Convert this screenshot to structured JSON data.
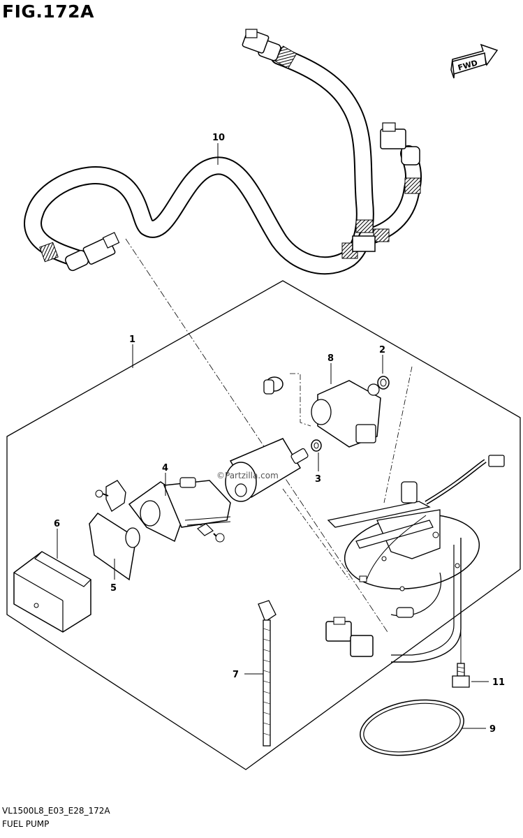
{
  "figure": {
    "title": "FIG.172A"
  },
  "fwd_label": "FWD",
  "watermark": "©Partzilla.com",
  "callouts": [
    "1",
    "2",
    "3",
    "4",
    "5",
    "6",
    "7",
    "8",
    "9",
    "10",
    "11"
  ],
  "footer": {
    "code": "VL1500L8_E03_E28_172A",
    "name": "FUEL PUMP"
  }
}
